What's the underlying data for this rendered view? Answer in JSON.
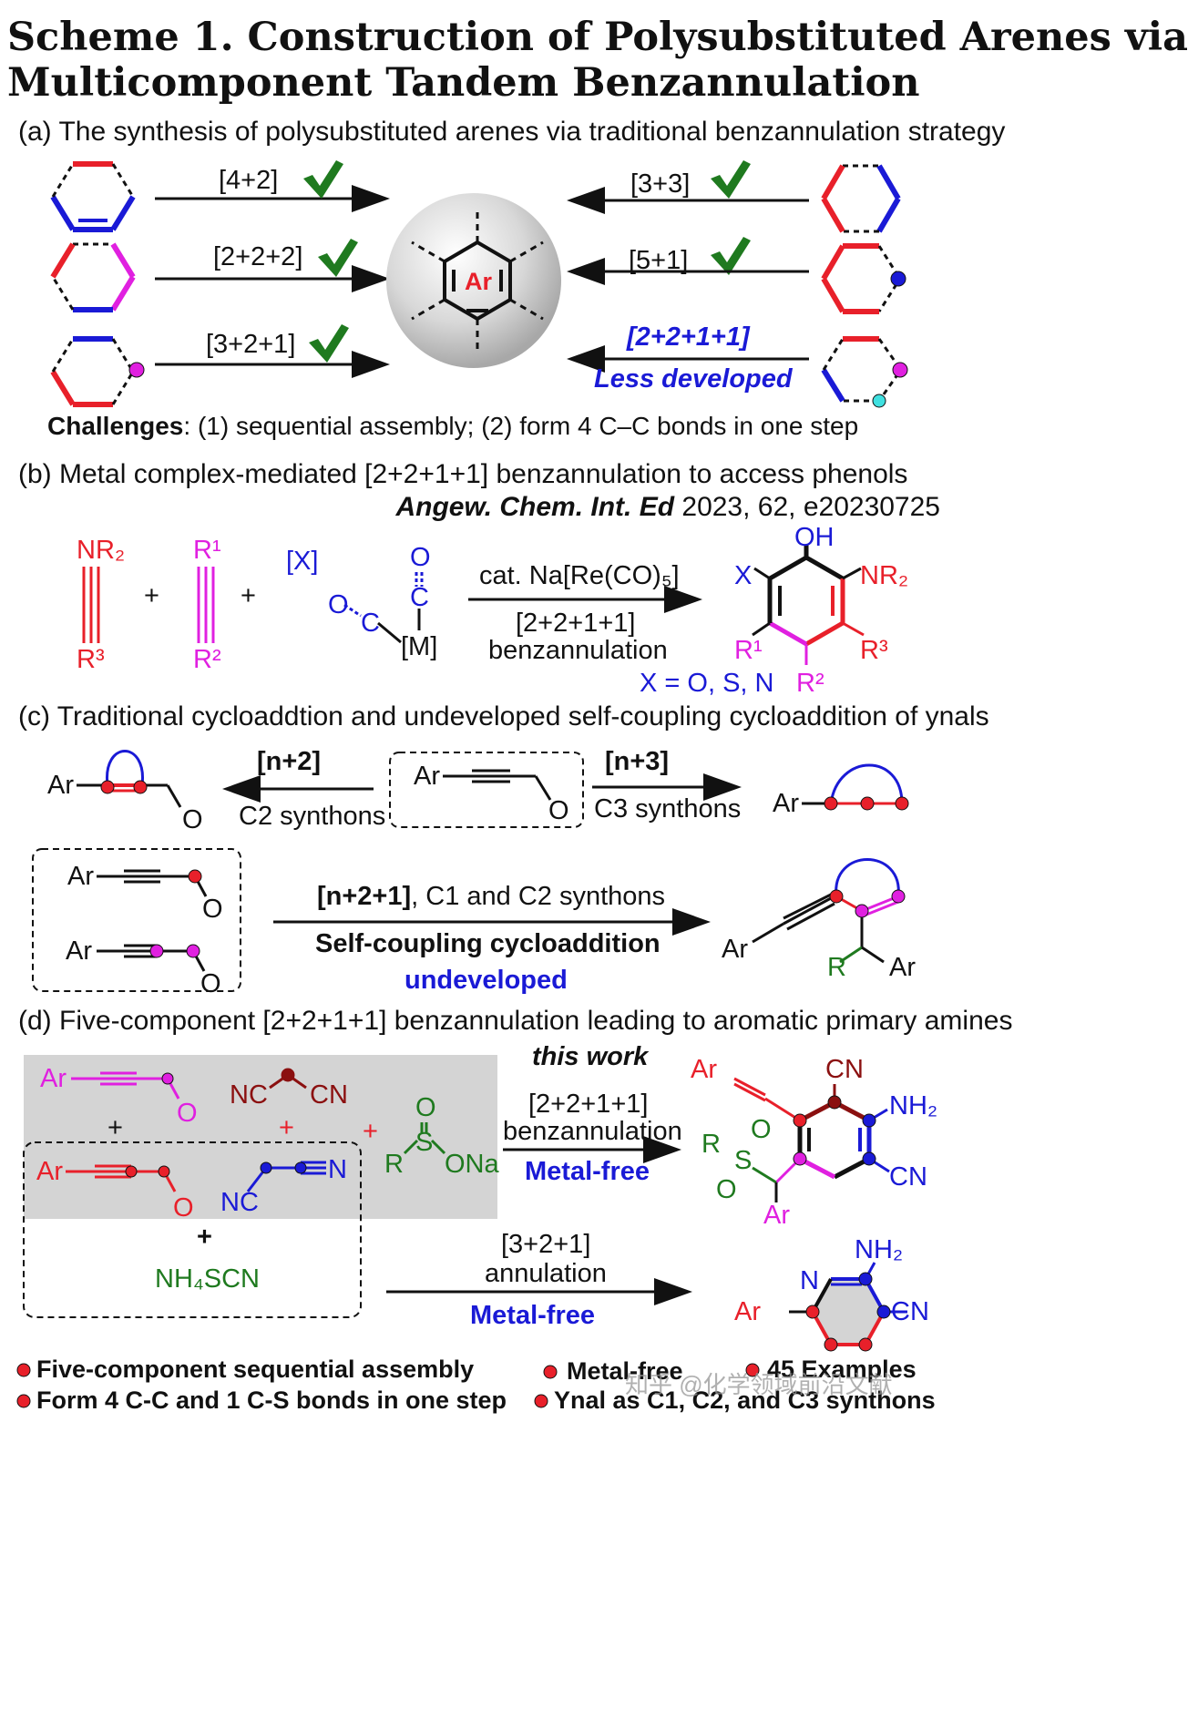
{
  "title": {
    "line1": "Scheme 1. Construction of Polysubstituted Arenes via",
    "line2": "Multicomponent Tandem Benzannulation"
  },
  "section_a": {
    "heading": "(a) The synthesis of polysubstituted arenes via traditional benzannulation strategy",
    "left_labels": [
      "[4+2]",
      "[2+2+2]",
      "[3+2+1]"
    ],
    "right_labels": [
      "[3+3]",
      "[5+1]",
      "[2+2+1+1]"
    ],
    "less_developed": "Less developed",
    "center_label": "Ar",
    "challenges_label": "Challenges",
    "challenges_text": ": (1) sequential assembly; (2) form 4 C–C bonds in one step"
  },
  "section_b": {
    "heading": "(b) Metal complex-mediated [2+2+1+1] benzannulation to access phenols",
    "citation_journal": "Angew. Chem. Int. Ed",
    "citation_rest": " 2023, 62, e20230725",
    "reagent1_top": "NR₂",
    "reagent1_bottom": "R³",
    "reagent2_top": "R¹",
    "reagent2_bottom": "R²",
    "plus": "+",
    "x_bracket": "[X]",
    "co_top": "O",
    "co_c": "C",
    "co_left": "O",
    "co_left_c": "C",
    "metal": "[M]",
    "catalyst": "cat. Na[Re(CO)₅]",
    "reaction": "[2+2+1+1]",
    "reaction2": "benzannulation",
    "prod_oh": "OH",
    "prod_x": "X",
    "prod_nr2": "NR₂",
    "prod_r1": "R¹",
    "prod_r3": "R³",
    "prod_r2": "R²",
    "x_def": "X = O, S, N"
  },
  "section_c": {
    "heading": "(c) Traditional cycloaddtion and undeveloped self-coupling cycloaddition of ynals",
    "n2": "[n+2]",
    "c2": "C2 synthons",
    "n3": "[n+3]",
    "c3": "C3 synthons",
    "ar": "Ar",
    "o": "O",
    "n21": "[n+2+1]",
    "n21_rest": ", C1 and C2 synthons",
    "self": "Self-coupling cycloaddition",
    "undeveloped": "undeveloped",
    "r": "R"
  },
  "section_d": {
    "heading": "(d) Five-component [2+2+1+1] benzannulation leading to aromatic primary amines",
    "this_work": "this work",
    "rx1a": "[2+2+1+1]",
    "rx1b": "benzannulation",
    "metal_free": "Metal-free",
    "rx2a": "[3+2+1]",
    "rx2b": "annulation",
    "nc": "NC",
    "cn": "CN",
    "n": "N",
    "nh4scn": "NH₄SCN",
    "r": "R",
    "s": "S",
    "o": "O",
    "ona": "ONa",
    "nh2": "NH₂",
    "ar": "Ar",
    "plus": "+"
  },
  "bullets": [
    "Five-component sequential assembly",
    "Metal-free",
    "45 Examples",
    "Form 4 C-C and 1 C-S bonds in one step",
    "Ynal as C1, C2, and C3 synthons"
  ],
  "watermark": "知乎 @化学领域前沿文献",
  "colors": {
    "red": "#e8202a",
    "blue": "#1a1ad6",
    "magenta": "#e020e0",
    "green": "#1f7a1f",
    "maroon": "#8b1010",
    "check": "#1f7a1f"
  }
}
